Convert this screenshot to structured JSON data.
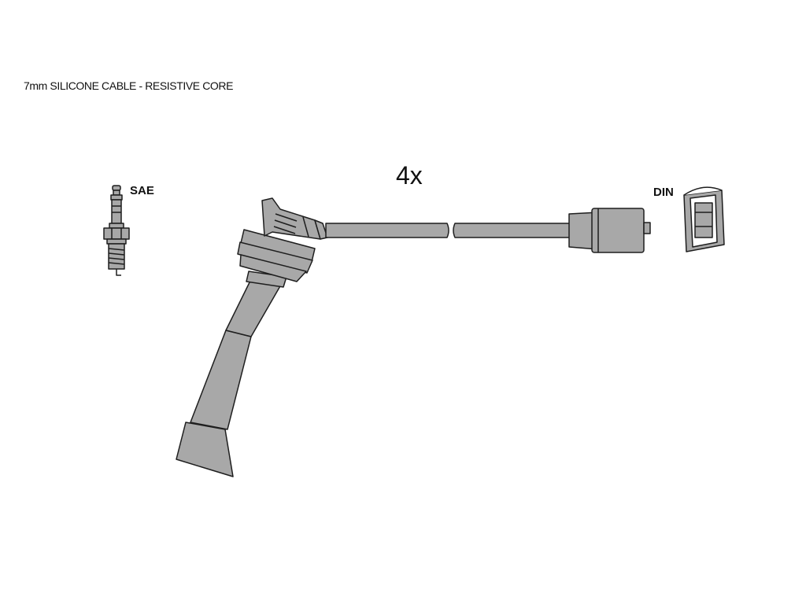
{
  "header": {
    "cable_spec": "7mm SILICONE CABLE - RESISTIVE CORE"
  },
  "diagram": {
    "quantity_label": "4x",
    "plug_type_sae_label": "SAE",
    "plug_type_din_label": "DIN"
  },
  "colors": {
    "fill_gray": "#a8a8a8",
    "outline": "#1e1e1e",
    "background": "#ffffff"
  }
}
